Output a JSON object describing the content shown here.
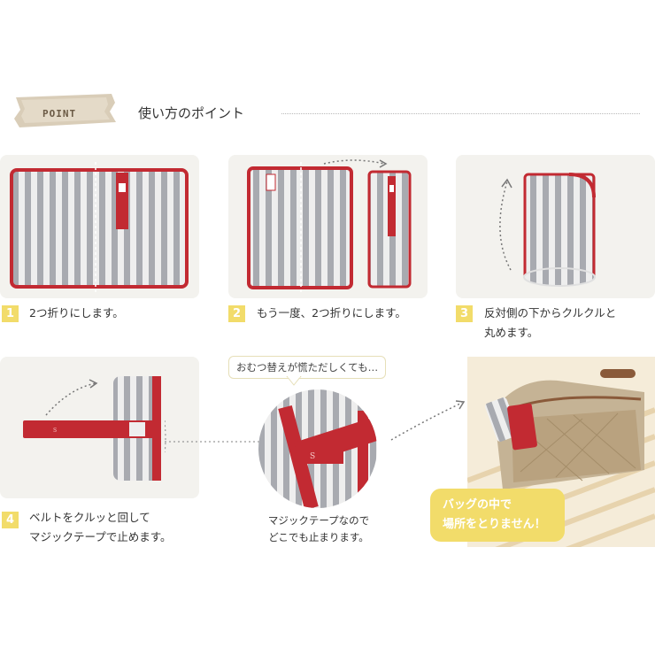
{
  "header": {
    "tag": "POINT",
    "title": "使い方のポイント"
  },
  "steps": [
    {
      "number": "1",
      "text_line1": "2つ折りにします。"
    },
    {
      "number": "2",
      "text_line1": "もう一度、2つ折りにします。"
    },
    {
      "number": "3",
      "text_line1": "反対側の下からクルクルと",
      "text_line2": "丸めます。"
    },
    {
      "number": "4",
      "text_line1": "ベルトをクルッと回して",
      "text_line2": "マジックテープで止めます。"
    }
  ],
  "middle": {
    "bubble": "おむつ替えが慌ただしくても…",
    "caption_line1": "マジックテープなので",
    "caption_line2": "どこでも止まります。"
  },
  "bag": {
    "bubble_line1": "バッグの中で",
    "bubble_line2": "場所をとりません！"
  },
  "colors": {
    "accent_red": "#c22a32",
    "number_yellow": "#f2dc6a",
    "stripe_gray": "#a8aab0"
  }
}
